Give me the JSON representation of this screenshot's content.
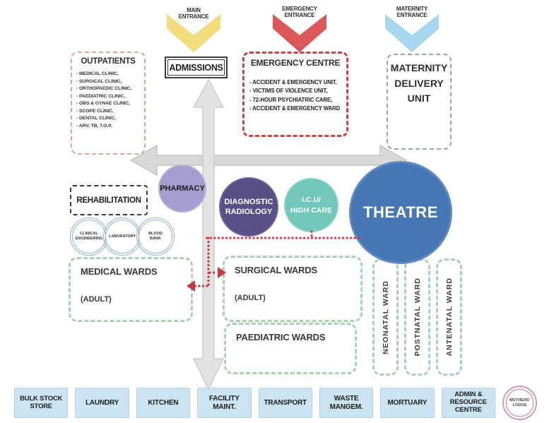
{
  "entrances": {
    "main": {
      "label": "MAIN\nENTRANCE",
      "color": "#f2dc7c"
    },
    "emergency": {
      "label": "EMERGENCY\nENTRANCE",
      "color": "#dc5757"
    },
    "maternity": {
      "label": "MATERNITY\nENTRANCE",
      "color": "#a6d7ef"
    }
  },
  "admissions": {
    "label": "ADMISSIONS"
  },
  "outpatients": {
    "title": "OUTPATIENTS",
    "items": [
      "- MEDICAL CLINIC,",
      "- SURGICAL CLINIC,",
      "- ORTHOPAEDIC CLINIC,",
      "- PAEDIATRIC CLINIC,",
      "- OBS & GYNAE CLINIC,",
      "- SCOPE CLINIC,",
      "- DENTAL CLINIC,",
      "- ARV, TB, T.O.P."
    ]
  },
  "emergency_centre": {
    "title": "EMERGENCY CENTRE",
    "items": [
      "- ACCIDENT & EMERGENCY UNIT,",
      "- VICTIMS OF VIOLENCE UNIT,",
      "- 72-HOUR PSYCHIATRIC CARE,",
      "- ACCIDENT & EMERGENCY WARD"
    ]
  },
  "maternity_unit": {
    "title": "MATERNITY\nDELIVERY\nUNIT"
  },
  "rehabilitation": {
    "title": "REHABILITATION"
  },
  "support_circles": [
    {
      "label": "CLINICAL\nENGINEERING"
    },
    {
      "label": "LABORATORY"
    },
    {
      "label": "BLOOD\nBANK"
    }
  ],
  "departments": {
    "pharmacy": {
      "label": "PHARMACY",
      "color": "#a89dcf"
    },
    "radiology": {
      "label": "DIAGNOSTIC\nRADIOLOGY",
      "color": "#5a5085"
    },
    "icu": {
      "label": "I.C.U/\nHIGH CARE",
      "color": "#72c7ba"
    },
    "theatre": {
      "label": "THEATRE",
      "color": "#4577b4"
    }
  },
  "wards": {
    "medical": {
      "title": "MEDICAL WARDS",
      "subtitle": "(ADULT)"
    },
    "surgical": {
      "title": "SURGICAL WARDS",
      "subtitle": "(ADULT)"
    },
    "paediatric": {
      "title": "PAEDIATRIC WARDS"
    },
    "neonatal": {
      "label": "NEONATAL WARD"
    },
    "postnatal": {
      "label": "POSTNATAL WARD"
    },
    "antenatal": {
      "label": "ANTENATAL WARD"
    }
  },
  "services": [
    {
      "label": "BULK STOCK\nSTORE"
    },
    {
      "label": "LAUNDRY"
    },
    {
      "label": "KITCHEN"
    },
    {
      "label": "FACILITY MAINT."
    },
    {
      "label": "TRANSPORT"
    },
    {
      "label": "WASTE MANGEM."
    },
    {
      "label": "MORTUARY"
    },
    {
      "label": "ADMIN &\nRESOURCE CENTRE"
    }
  ],
  "mothers_lodge": {
    "label": "MOTHERS'\nLODGE"
  },
  "colors": {
    "outpatients_border": "#dfa89b",
    "emergency_border": "#cc4444",
    "maternity_border": "#93a3b1",
    "ward_green_dash": "#a8d2b2",
    "ward_blue_dash": "#a9cade",
    "service_box_blue": "#cbe4f2",
    "flow_arrow_gray": "#d8d8d8",
    "connector_red": "#c63a48",
    "lodge_pink": "#cf9db8"
  }
}
